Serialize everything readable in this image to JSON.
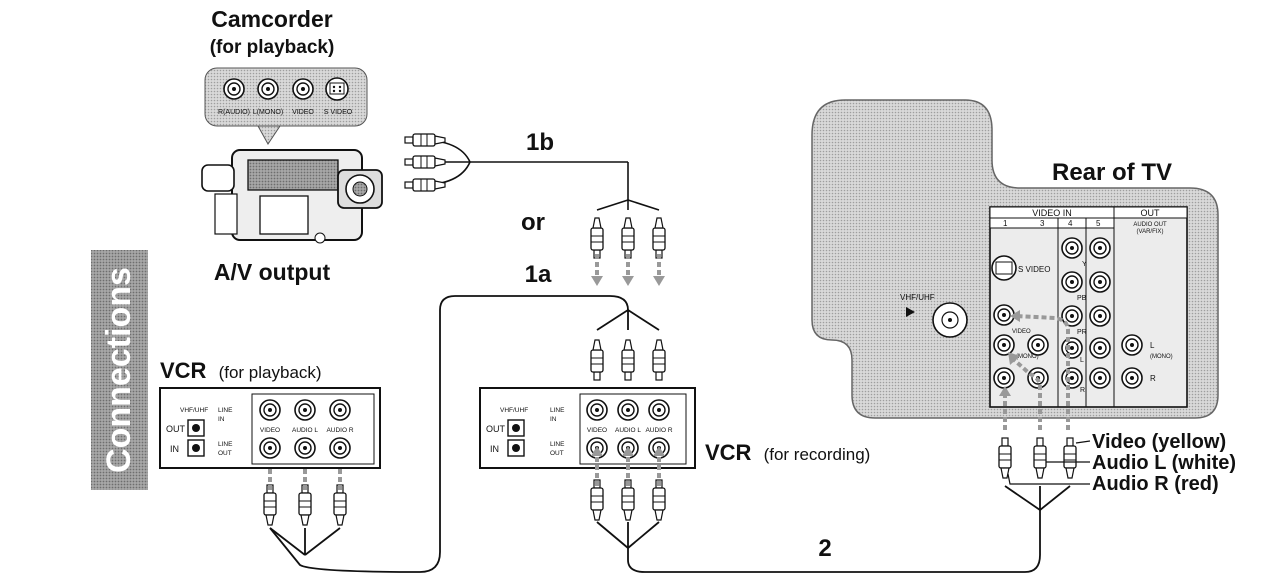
{
  "side_tab": {
    "text": "Connections"
  },
  "camcorder": {
    "title": "Camcorder",
    "subtitle": "(for playback)",
    "jack_labels": [
      "R(AUDIO)",
      "L(MONO)",
      "VIDEO",
      "S VIDEO"
    ],
    "output_label": "A/V output"
  },
  "step_labels": {
    "one_b": "1b",
    "or": "or",
    "one_a": "1a",
    "two": "2"
  },
  "vcr_playback": {
    "title_bold": "VCR",
    "title_rest": "(for playback)",
    "vhf_uhf": "VHF/UHF",
    "out": "OUT",
    "in": "IN",
    "line_in": [
      "LINE",
      "IN"
    ],
    "line_out": [
      "LINE",
      "OUT"
    ],
    "jack_labels": [
      "VIDEO",
      "AUDIO L",
      "AUDIO R"
    ]
  },
  "vcr_recording": {
    "title_bold": "VCR",
    "title_rest": "(for recording)",
    "vhf_uhf": "VHF/UHF",
    "out": "OUT",
    "in": "IN",
    "line_in": [
      "LINE",
      "IN"
    ],
    "line_out": [
      "LINE",
      "OUT"
    ],
    "jack_labels": [
      "VIDEO",
      "AUDIO L",
      "AUDIO R"
    ]
  },
  "tv": {
    "title": "Rear of TV",
    "video_in": "VIDEO IN",
    "out": "OUT",
    "input_numbers": [
      "1",
      "3",
      "4",
      "5"
    ],
    "audio_out": [
      "AUDIO OUT",
      "(VAR/FIX)"
    ],
    "s_video": "S VIDEO",
    "y": "Y",
    "pb": "PB",
    "pr": "PR",
    "video": "VIDEO",
    "l_mono_in": "(MONO)",
    "l_label": "L",
    "r_label": "R",
    "vhf_uhf": "VHF/UHF",
    "out_l": "L",
    "out_mono": "(MONO)",
    "out_r": "R"
  },
  "cable_legend": [
    "Video (yellow)",
    "Audio L (white)",
    "Audio R (red)"
  ],
  "colors": {
    "tab": "#9a9a9a",
    "panel": "#d4d4d4",
    "arrow": "#999999",
    "line": "#111111"
  }
}
